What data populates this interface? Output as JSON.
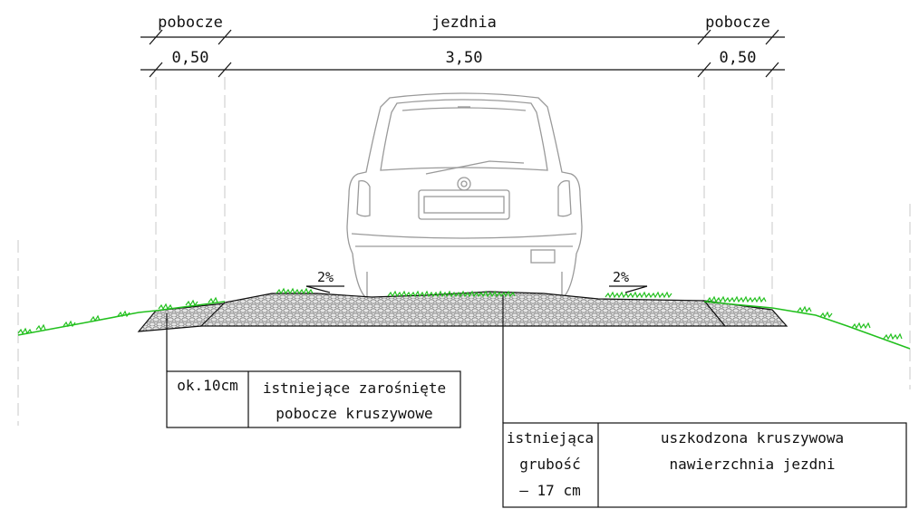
{
  "dimensions": {
    "left_shoulder": {
      "label": "pobocze",
      "value": "0,50"
    },
    "carriageway": {
      "label": "jezdnia",
      "value": "3,50"
    },
    "right_shoulder": {
      "label": "pobocze",
      "value": "0,50"
    }
  },
  "slopes": {
    "left": "2%",
    "right": "2%"
  },
  "annotations": {
    "shoulder_box": {
      "thickness": "ok.10cm",
      "description_line1": "istniejące zarośnięte",
      "description_line2": "pobocze kruszywowe"
    },
    "carriageway_box": {
      "thickness_line1": "istniejąca",
      "thickness_line2": "grubość",
      "thickness_line3": "– 17 cm",
      "description_line1": "uszkodzona kruszywowa",
      "description_line2": "nawierzchnia jezdni"
    }
  },
  "colors": {
    "grass": "#22c01e",
    "line": "#111111",
    "guide": "#c8c8c8",
    "car": "#9a9a9a",
    "aggregate_fill": "#e4e4e4"
  }
}
